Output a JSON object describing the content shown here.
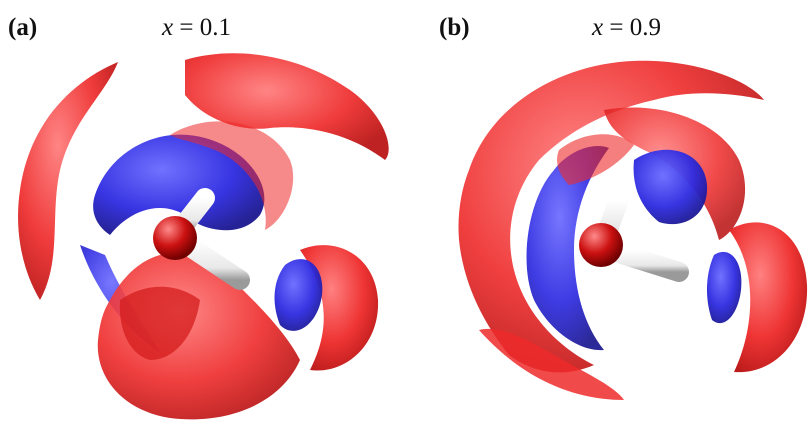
{
  "panels": [
    {
      "label": "(a)",
      "variable": "x",
      "equals": " = ",
      "value": "0.1"
    },
    {
      "label": "(b)",
      "variable": "x",
      "equals": " = ",
      "value": "0.9"
    }
  ],
  "colors": {
    "positive_isosurface": "#ee2a2a",
    "negative_isosurface": "#2d2ae0",
    "oxygen": "#cc1111",
    "hydrogen": "#f4f4f4"
  }
}
